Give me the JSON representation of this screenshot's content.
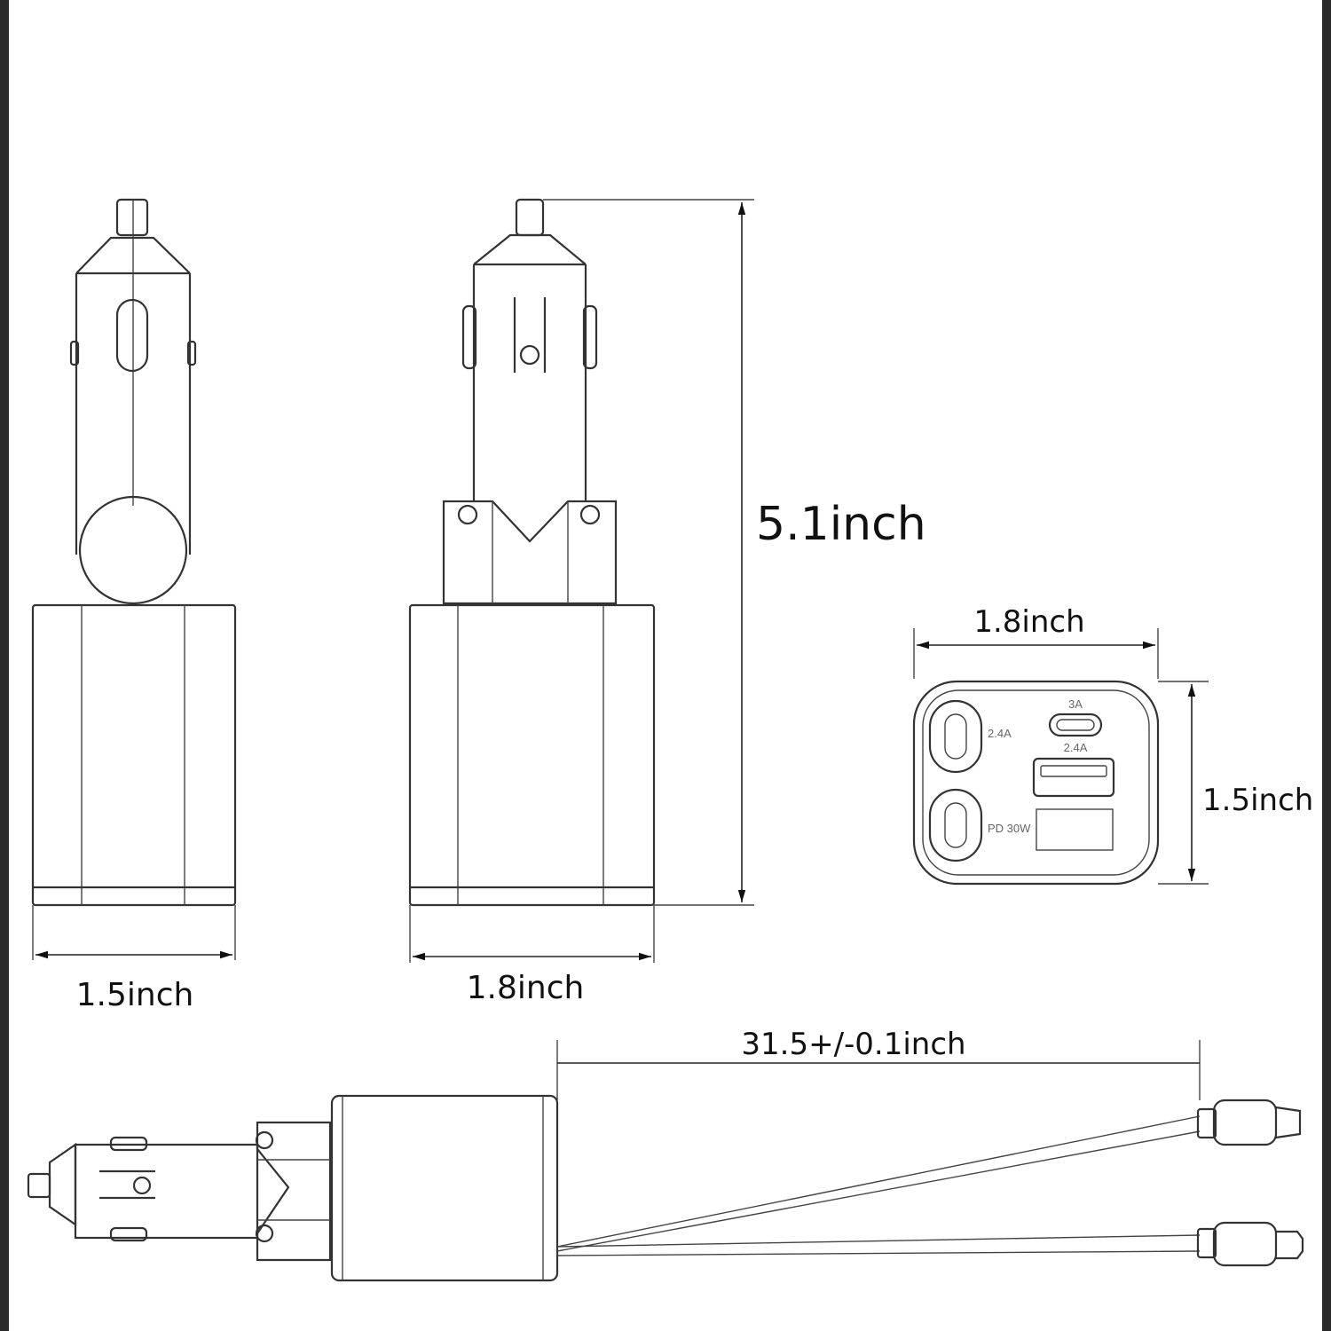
{
  "dimensions": {
    "side_width": "1.5inch",
    "front_width": "1.8inch",
    "height": "5.1inch",
    "port_width": "1.8inch",
    "port_height": "1.5inch",
    "cable_length": "31.5+/-0.1inch"
  },
  "ports": {
    "top_c_rating": "3A",
    "usb_a_rating": "2.4A",
    "left_c_rating": "2.4A",
    "pd_rating": "PD 30W"
  }
}
